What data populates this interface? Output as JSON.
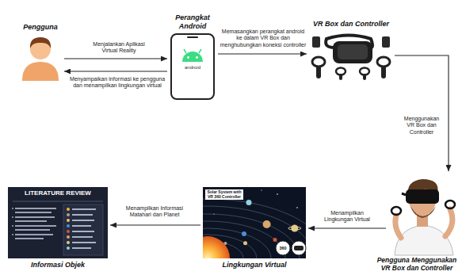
{
  "diagram": {
    "nodes": [
      {
        "text": [
          "Pengguna"
        ]
      },
      {
        "text": [
          "Perangkat Android"
        ]
      },
      {
        "text": [
          "VR Box dan Controller"
        ]
      },
      {
        "text": [
          "Pengguna Menggunakan VR Box dan Controller"
        ]
      },
      {
        "text": [
          "Lingkungan Virtual"
        ]
      },
      {
        "text": [
          "Informasi Objek"
        ]
      }
    ],
    "edges": [
      {
        "from": 0,
        "to": 1,
        "label": "Menjalankan Aplikasi Virtual Reality",
        "arrow": "to"
      },
      {
        "from": 1,
        "to": 0,
        "label": "Menyampaikan informasi ke pengguna dan menampilkan lingkungan virtual",
        "arrow": "to"
      },
      {
        "from": 1,
        "to": 2,
        "label": "Memasangkan perangkat android ke dalam VR Box dan menghubungkan koneksi controller",
        "arrow": "to"
      },
      {
        "from": 2,
        "to": 3,
        "label": "Menggunakan VR Box dan Controller",
        "arrow": "to"
      },
      {
        "from": 3,
        "to": 4,
        "label": "Menampilkan Lingkungan Virtual",
        "arrow": "to"
      },
      {
        "from": 4,
        "to": 5,
        "label": "Menampilkan Informasi Matahari dan Planet",
        "arrow": "to"
      }
    ],
    "labels": [
      "android",
      "Solar System with VR 360 Controller",
      "360",
      "LITERATURE REVIEW"
    ]
  }
}
